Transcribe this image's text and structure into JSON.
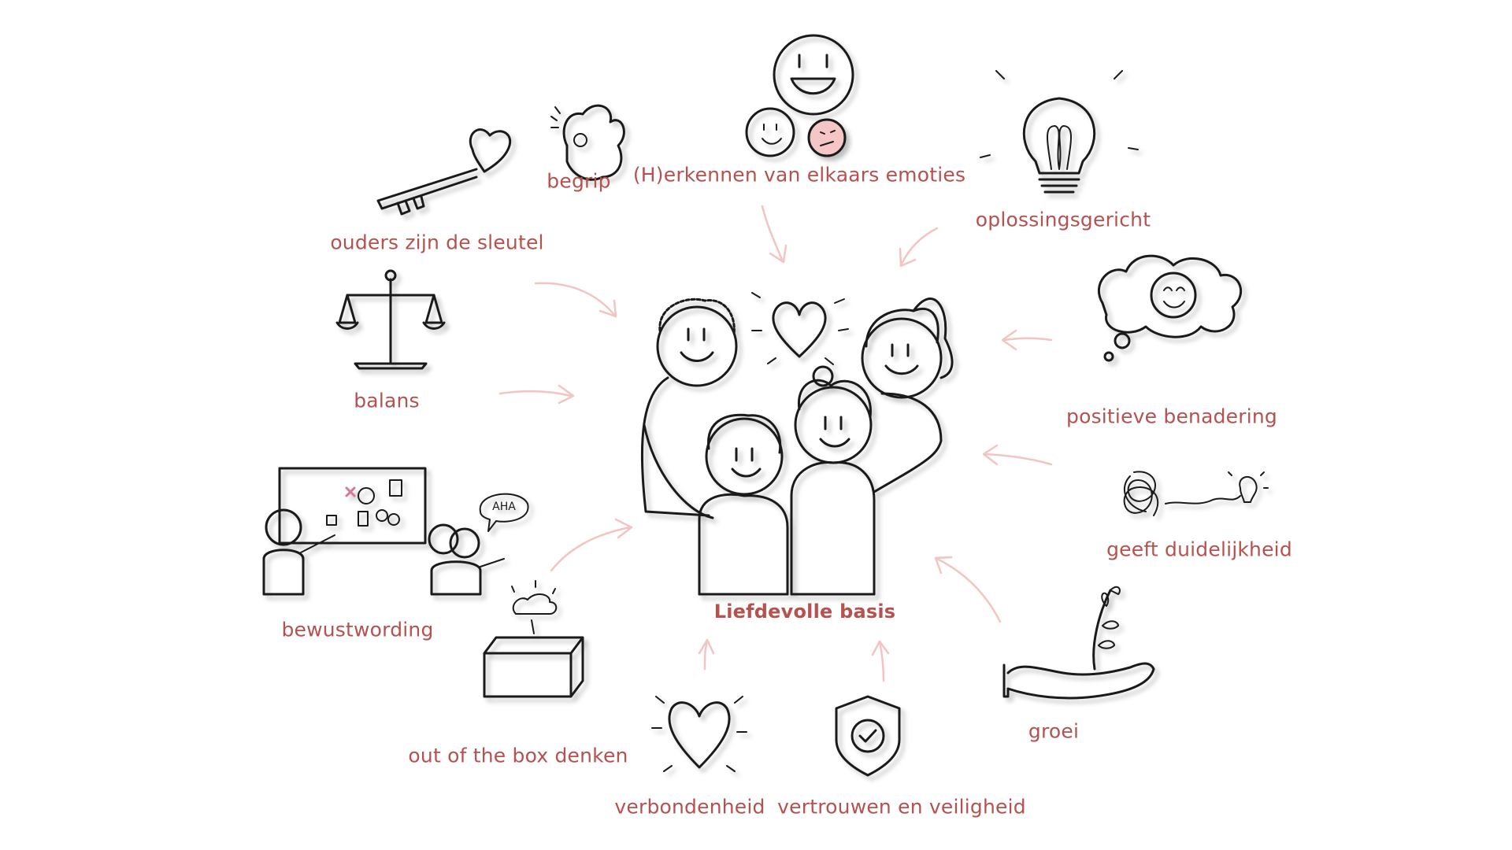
{
  "center": {
    "label": "Liefdevolle basis"
  },
  "items": [
    {
      "label": "begrip",
      "icon": "ok-hand-icon"
    },
    {
      "label": "(H)erkennen van elkaars emoties",
      "icon": "smiley-faces-icon"
    },
    {
      "label": "oplossingsgericht",
      "icon": "lightbulb-icon"
    },
    {
      "label": "ouders zijn de sleutel",
      "icon": "heart-key-icon"
    },
    {
      "label": "balans",
      "icon": "balance-scale-icon"
    },
    {
      "label": "positieve benadering",
      "icon": "happy-thought-cloud-icon"
    },
    {
      "label": "geeft duidelijkheid",
      "icon": "tangle-to-lightbulb-icon"
    },
    {
      "label": "bewustwording",
      "icon": "whiteboard-aha-icon"
    },
    {
      "label": "groei",
      "icon": "hand-with-sprout-icon"
    },
    {
      "label": "out of the box denken",
      "icon": "box-with-cloud-icon"
    },
    {
      "label": "verbondenheid",
      "icon": "heart-icon"
    },
    {
      "label": "vertrouwen en veiligheid",
      "icon": "shield-check-icon"
    }
  ],
  "colors": {
    "label": "#b5514f",
    "arrow": "#f2c4c2",
    "ink": "#1a1a1a",
    "accent": "#f5c6c6"
  },
  "whiteboard_text": "AHA"
}
